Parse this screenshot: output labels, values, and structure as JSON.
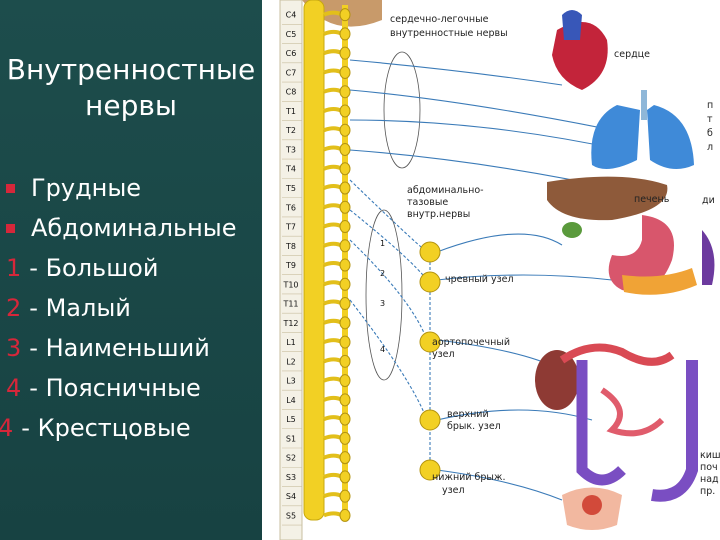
{
  "slide": {
    "title": "Внутренностные нервы",
    "bullets": [
      {
        "marker": "square",
        "text": "Грудные"
      },
      {
        "marker": "square",
        "text": "Абдоминальные"
      },
      {
        "marker": "1",
        "text": " - Большой"
      },
      {
        "marker": "2",
        "text": " - Малый"
      },
      {
        "marker": "3",
        "text": " - Наименьший"
      },
      {
        "marker": "4",
        "text": " - Поясничные"
      },
      {
        "marker": "4",
        "text": " - Крестцовые"
      }
    ]
  },
  "figure": {
    "segments": [
      "C4",
      "C5",
      "C6",
      "C7",
      "C8",
      "T1",
      "T2",
      "T3",
      "T4",
      "T5",
      "T6",
      "T7",
      "T8",
      "T9",
      "T10",
      "T11",
      "T12",
      "L1",
      "L2",
      "L3",
      "L4",
      "L5",
      "S1",
      "S2",
      "S3",
      "S4",
      "S5"
    ],
    "labels": {
      "cardio": "сердечно-легочные внутренностные нервы",
      "heart": "сердце",
      "abdominal": "абдоминально- тазовые внутр.нервы",
      "liver": "печень",
      "celiac": "чревный узел",
      "aortorenal": "аортопочечный узел",
      "sup_mesenteric": "верхний брык. узел",
      "inf_mesenteric": "нижний брыж. узел",
      "right_cut_1": "п т б л",
      "right_cut_2": "ди",
      "right_cut_3": "киш поч над пр."
    },
    "connector_numbers": [
      "1",
      "2",
      "3",
      "4"
    ]
  },
  "colors": {
    "background": "#1b4a4a",
    "bullet_red": "#d6273a",
    "cord_yellow": "#f2d024",
    "nerve_blue": "#3b7bb8"
  }
}
